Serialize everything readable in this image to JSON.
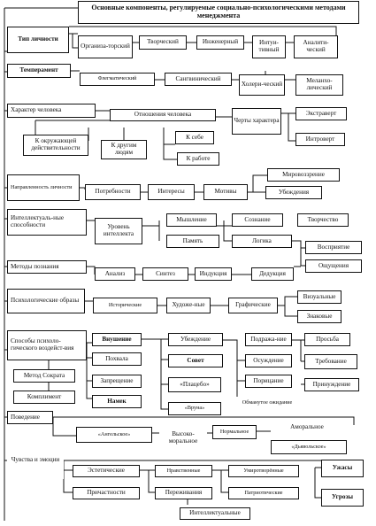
{
  "diagram": {
    "title": "Основные компоненты, регулируемые социально-психологическими методами менеджмента",
    "sections": {
      "personality_type": {
        "label": "Тип личности",
        "items": [
          "Организа-торский",
          "Творческий",
          "Инженерный",
          "Интуи-тивный",
          "Аналити-ческий"
        ]
      },
      "temperament": {
        "label": "Темперамент",
        "items": [
          "Флегматический",
          "Сангвинический",
          "Холери-ческий",
          "Меланхо-лический"
        ]
      },
      "character": {
        "label": "Характер человека",
        "relations_label": "Отношения человека",
        "relations": [
          "К окружающей действительности",
          "К другим людям",
          "К себе",
          "К работе"
        ],
        "traits_label": "Черты характера",
        "traits": [
          "Экстраверт",
          "Интроверт"
        ]
      },
      "orientation": {
        "label": "Направленность личности",
        "items": [
          "Потребности",
          "Интересы",
          "Мотивы",
          "Мировоззрение",
          "Убеждения"
        ]
      },
      "intellectual": {
        "label": "Интеллектуаль-ные способности",
        "items": [
          "Уровень интеллекта",
          "Мышление",
          "Память",
          "Сознание",
          "Логика",
          "Творчество",
          "Восприятие",
          "Ощущения"
        ]
      },
      "cognition": {
        "label": "Методы познания",
        "items": [
          "Анализ",
          "Синтез",
          "Индукция",
          "Дедукция"
        ]
      },
      "images": {
        "label": "Психологические образы",
        "items": [
          "Исторические",
          "Художе-ные",
          "Графические",
          "Визуальные",
          "Знаковые"
        ]
      },
      "influence": {
        "label": "Способы психоло-гического воздейст-вия",
        "items": [
          "Внушение",
          "Похвала",
          "Запрещение",
          "Намек",
          "Метод Сократа",
          "Комплимент",
          "Убеждение",
          "Совет",
          "«Плацебо»",
          "«Вруна»",
          "Подража-ние",
          "Осуждение",
          "Порицание",
          "Обманутое ожидание",
          "Просьба",
          "Требование",
          "Принуждение"
        ]
      },
      "behavior": {
        "label": "Поведение",
        "items": [
          "«Ангельское»",
          "Высоко-моральное",
          "Нормальное",
          "Аморальное",
          "«Дьявольское»"
        ]
      },
      "feelings": {
        "label": "Чувства и эмоции",
        "items": [
          "Эстетические",
          "Причастности",
          "Нравственные",
          "Переживания",
          "Умиротворённые",
          "Патриотические",
          "Интеллектуальные",
          "Ужасы",
          "Угрозы"
        ]
      }
    }
  }
}
